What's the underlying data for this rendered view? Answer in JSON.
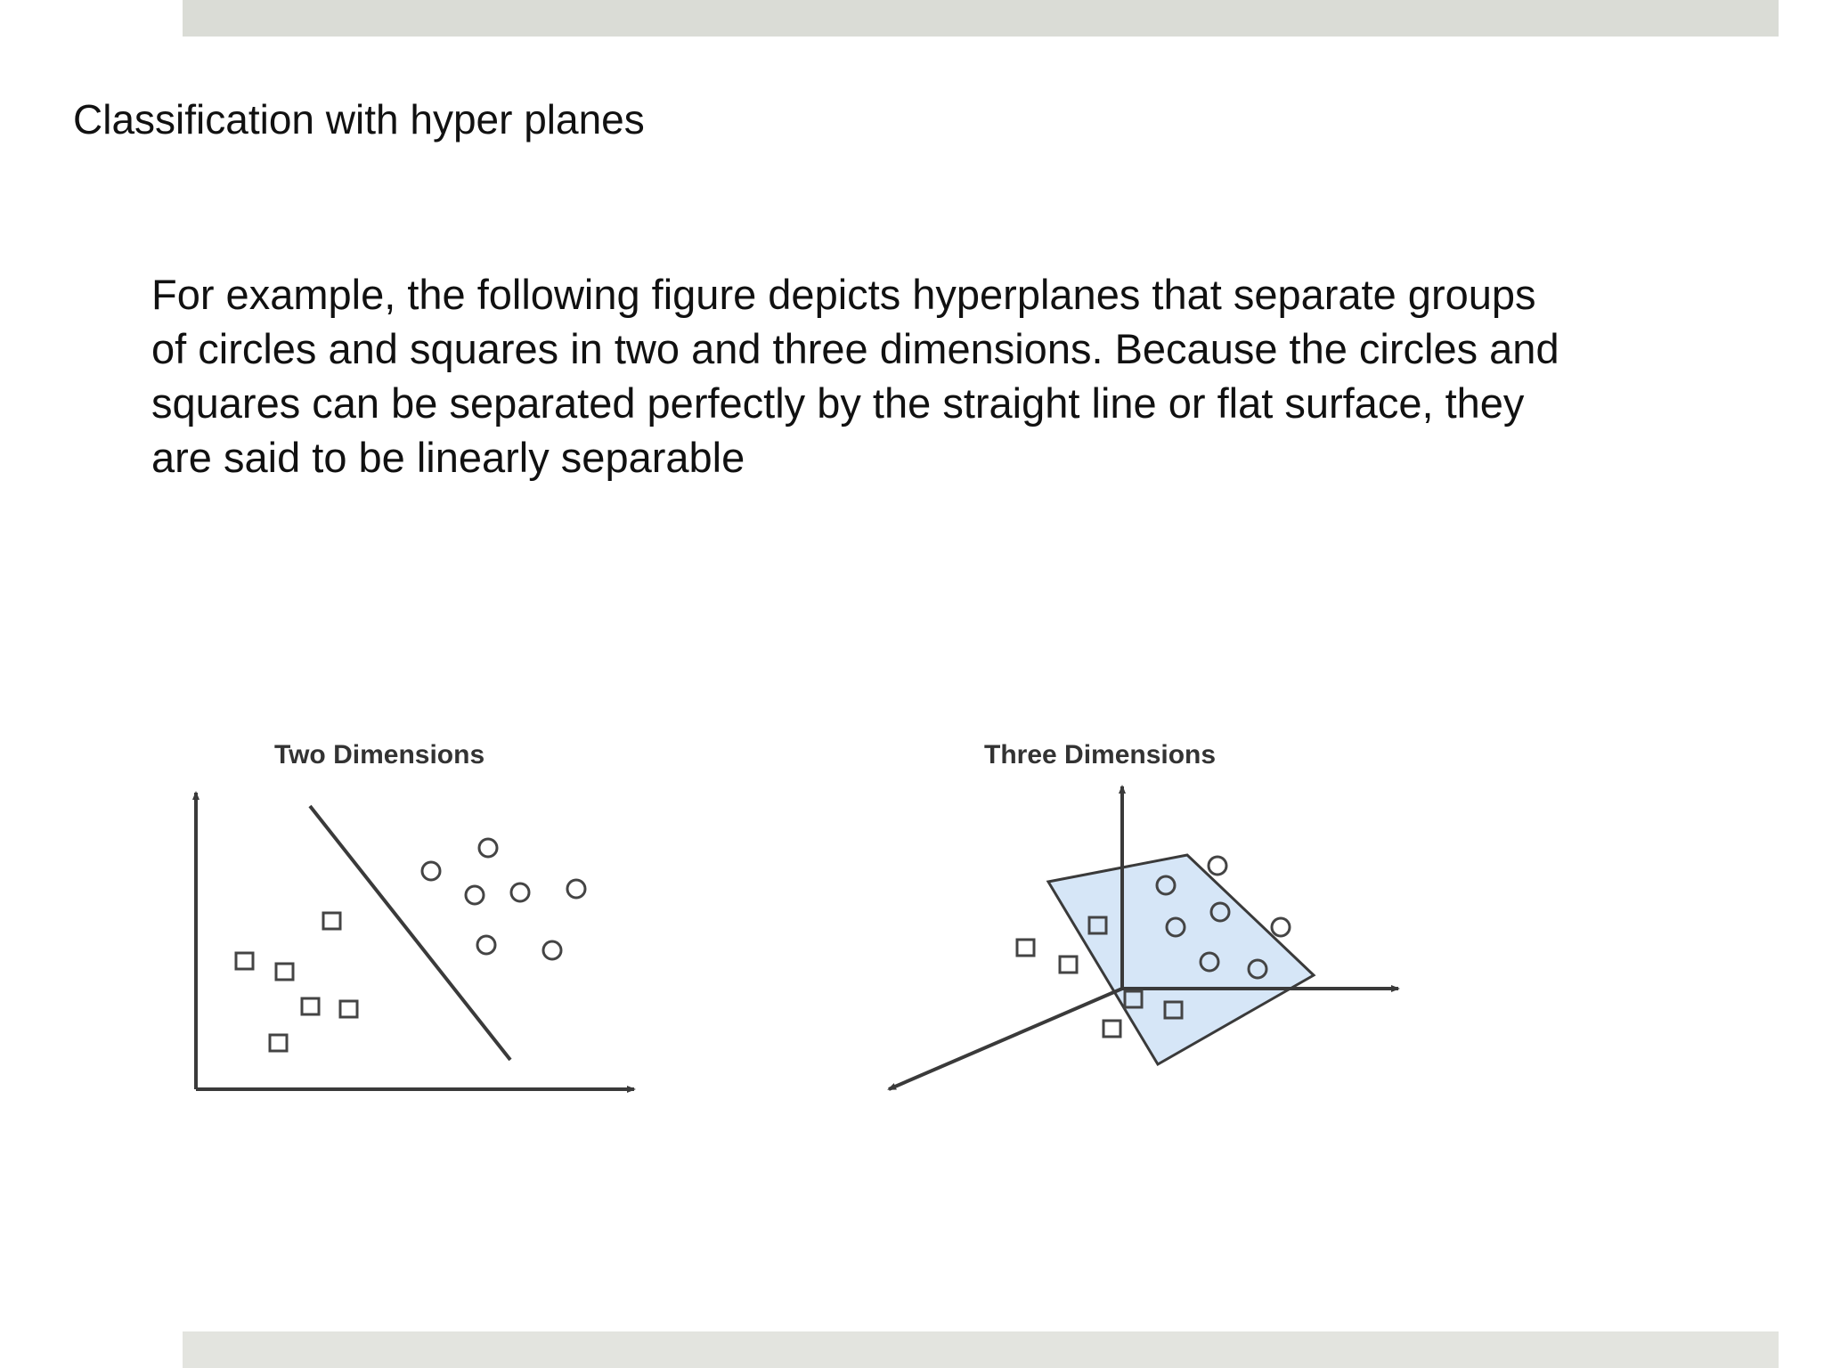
{
  "slide": {
    "title": "Classification with hyper planes",
    "body_lines": [
      " For example, the following figure depicts hyperplanes that separate groups",
      "of circles and squares in two and three dimensions. Because the circles and",
      "squares can be separated perfectly by the straight line or flat surface, they",
      "are said to be linearly separable"
    ]
  },
  "figure": {
    "two_d_label": "Two Dimensions",
    "three_d_label": "Three Dimensions",
    "plane_color": "#d6e6f7",
    "stroke_color": "#3a3a3a"
  }
}
